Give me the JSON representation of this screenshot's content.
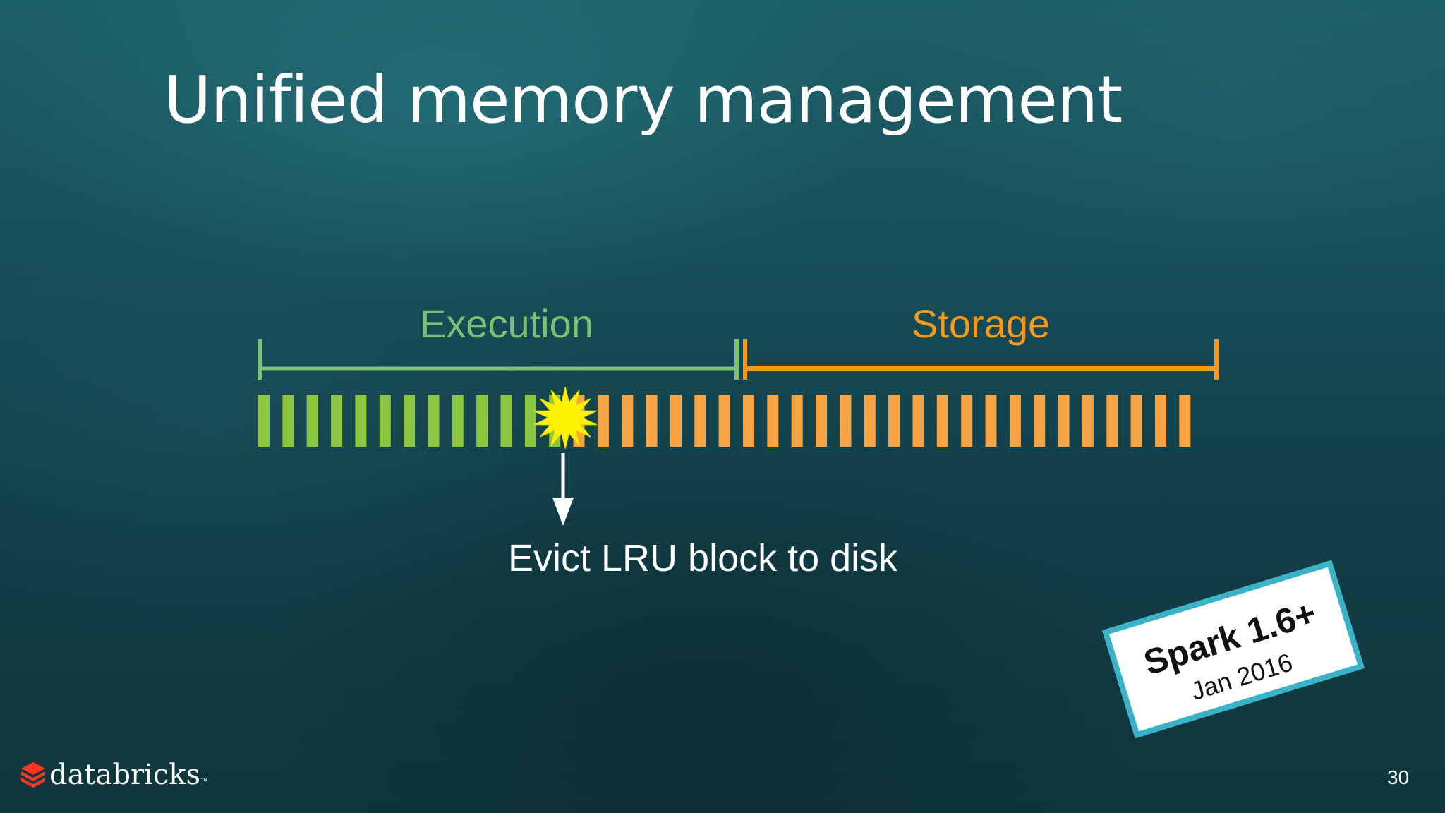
{
  "slide": {
    "title": "Unified memory management",
    "page_number": "30"
  },
  "diagram": {
    "execution_label": "Execution",
    "storage_label": "Storage",
    "evict_label": "Evict LRU block to disk",
    "execution_color": "#7dbf78",
    "storage_color": "#f39a1e",
    "execution_block_color": "#8cc63f",
    "storage_block_color": "#f7a444",
    "burst_color": "#fff200",
    "green_blocks": 13,
    "orange_blocks": 26,
    "collision_block_index": 12
  },
  "badge": {
    "main": "Spark 1.6+",
    "sub": "Jan 2016",
    "border_color": "#3ab2c8"
  },
  "footer": {
    "logo_text": "databricks",
    "logo_tm": "™",
    "logo_icon": "databricks-stack-icon"
  }
}
